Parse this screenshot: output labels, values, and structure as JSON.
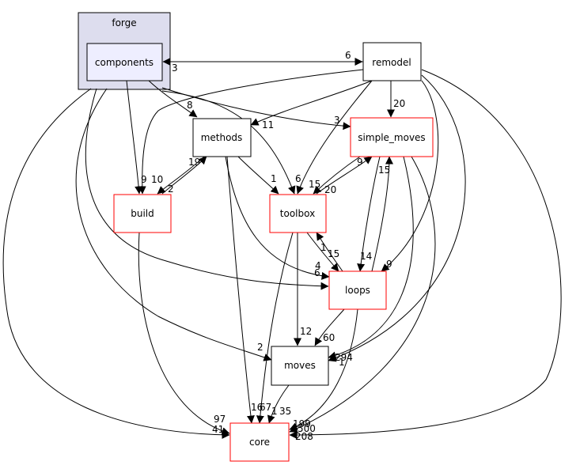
{
  "cluster": {
    "label": "forge"
  },
  "nodes": {
    "components": "components",
    "remodel": "remodel",
    "methods": "methods",
    "simple_moves": "simple_moves",
    "build": "build",
    "toolbox": "toolbox",
    "loops": "loops",
    "moves": "moves",
    "core": "core"
  },
  "edge_labels": {
    "remodel_to_components": "3",
    "components_to_remodel": "6",
    "components_to_methods": "8",
    "remodel_to_simple_moves": "20",
    "components_to_simple_moves": "3",
    "remodel_to_methods": "11",
    "components_to_build": "9",
    "remodel_to_build": "10",
    "methods_to_build": "2",
    "build_to_methods": "19",
    "methods_to_toolbox": "1",
    "components_to_toolbox": "6",
    "remodel_to_toolbox": "15",
    "simple_moves_to_toolbox": "20",
    "toolbox_to_simple_moves": "9",
    "loops_to_simple_moves": "15",
    "simple_moves_to_loops": "14",
    "remodel_to_loops": "9",
    "toolbox_to_loops": "1",
    "loops_to_toolbox": "15",
    "methods_to_loops": "4",
    "components_to_loops": "6",
    "components_to_moves": "2",
    "toolbox_to_moves": "12",
    "loops_to_moves": "60",
    "simple_moves_to_moves": "294",
    "remodel_to_moves": "1",
    "build_to_core": "97",
    "components_to_core": "41",
    "methods_to_core": "16",
    "toolbox_to_core": "67",
    "moves_to_core": "35",
    "loops_to_core": "1",
    "simple_moves_to_core": "199",
    "loops_to_core_b": "500",
    "remodel_to_core": "208"
  }
}
